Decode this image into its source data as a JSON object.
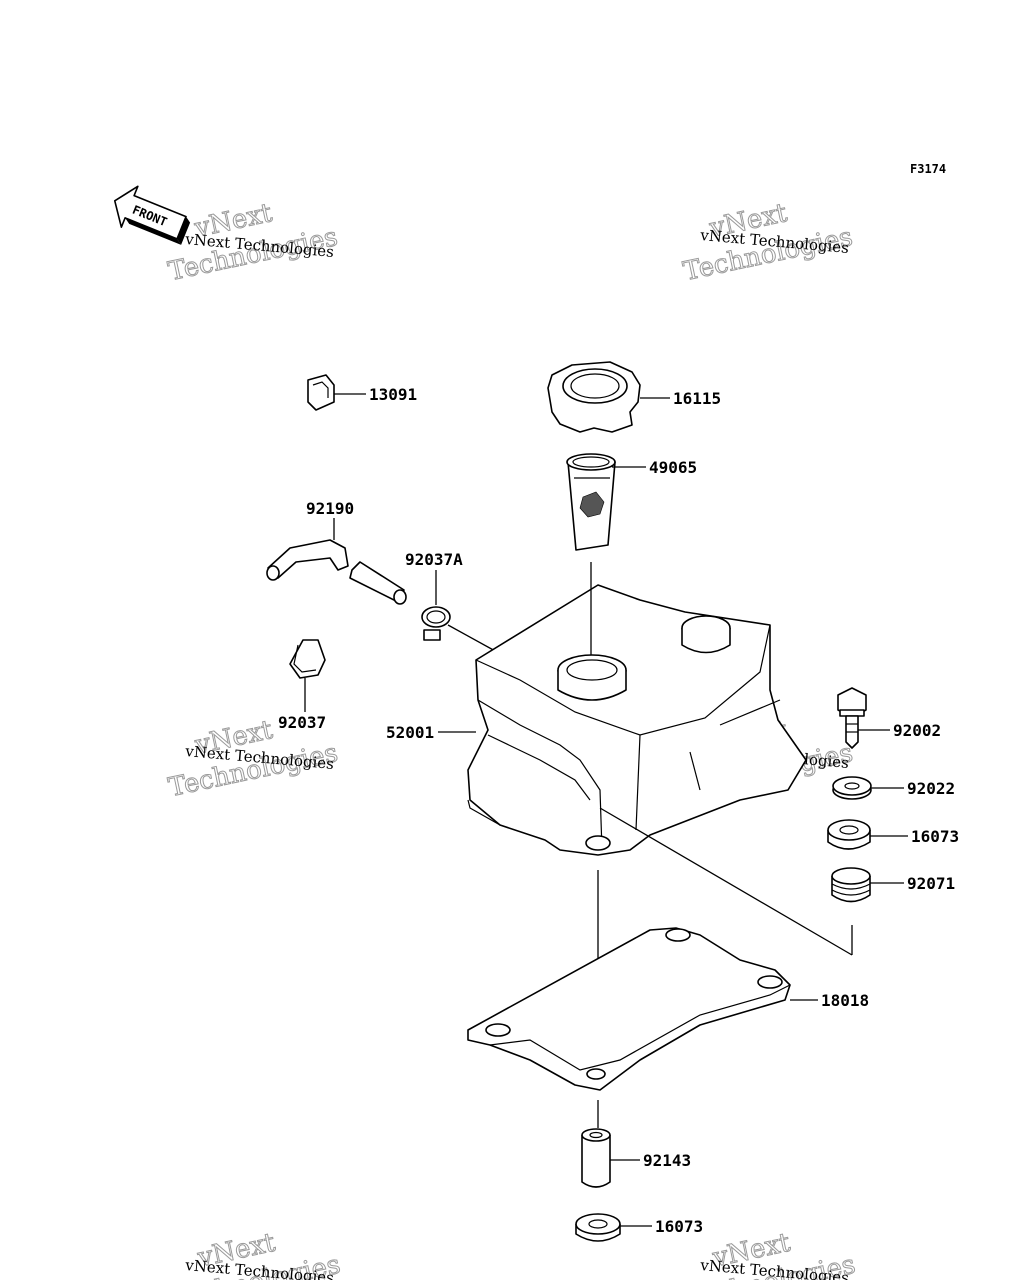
{
  "figure_code": "F3174",
  "front_label": "FRONT",
  "watermark": {
    "line_small": "vNext Technologies",
    "line_top": "vNext",
    "line_bottom": "Technologies"
  },
  "parts": {
    "p13091": "13091",
    "p16115": "16115",
    "p49065": "49065",
    "p92190": "92190",
    "p92037A": "92037A",
    "p92037": "92037",
    "p52001": "52001",
    "p92002": "92002",
    "p92022": "92022",
    "p16073a": "16073",
    "p92071": "92071",
    "p18018": "18018",
    "p92143": "92143",
    "p16073b": "16073"
  }
}
